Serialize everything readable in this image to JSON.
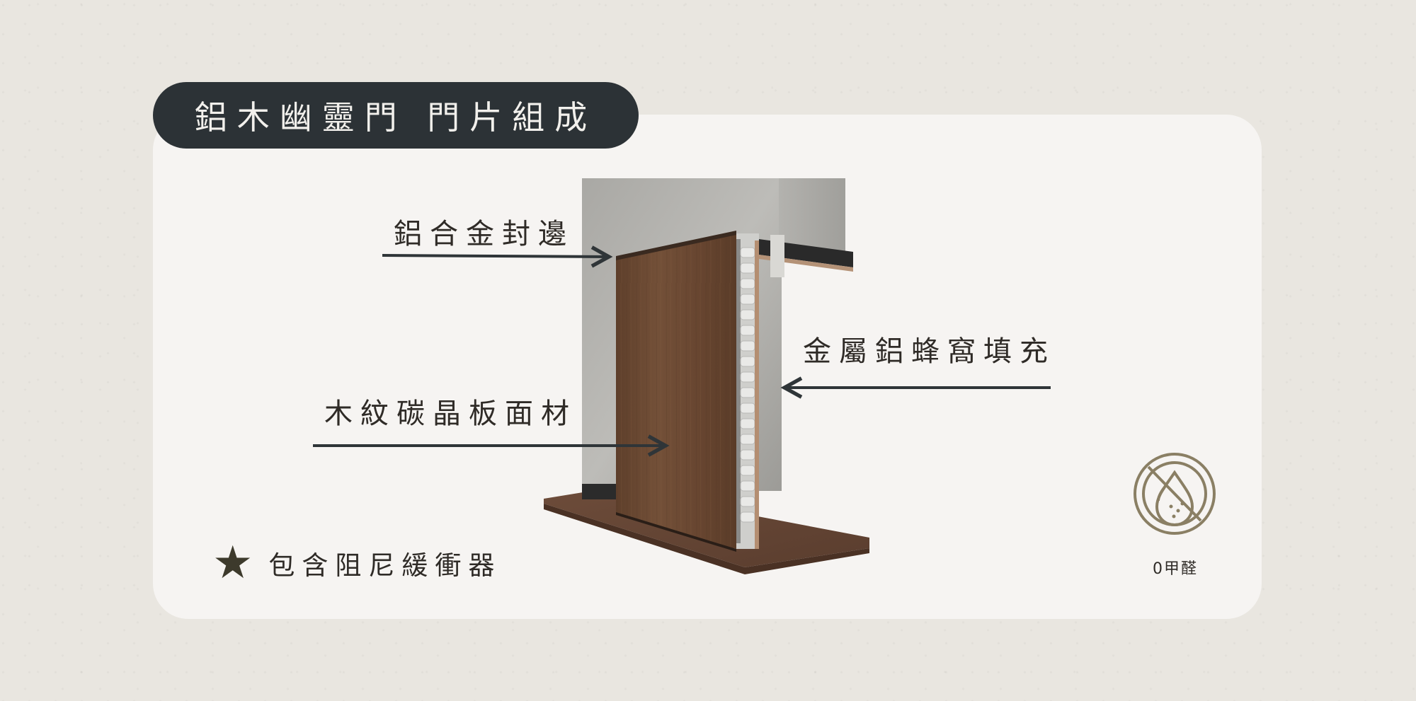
{
  "title": "鋁木幽靈門 門片組成",
  "callouts": {
    "aluminum_edge": "鋁合金封邊",
    "honeycomb": "金屬鋁蜂窩填充",
    "wood_panel": "木紋碳晶板面材"
  },
  "feature_note": {
    "icon": "star-icon",
    "text": "包含阻尼緩衝器"
  },
  "badge": {
    "icon": "no-formaldehyde-icon",
    "caption": "0甲醛"
  },
  "colors": {
    "title_bg": "#2c3236",
    "card_bg": "#f6f4f2",
    "wood": "#6b4a33",
    "arrow": "#2f3538",
    "badge": "#8a7f64"
  }
}
